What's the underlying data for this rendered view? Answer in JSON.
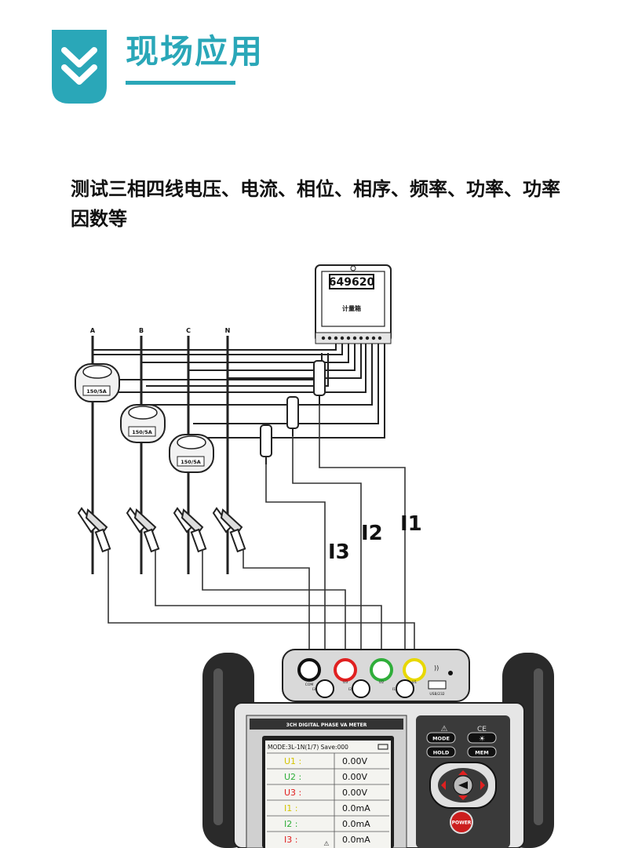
{
  "header": {
    "title": "现场应用",
    "badge_icon": "double-chevron-down-icon",
    "accent_color": "#2aa7b8"
  },
  "description": "测试三相四线电压、电流、相位、相序、频率、功率、功率因数等",
  "meter_box": {
    "display": "649620",
    "label": "计量箱"
  },
  "phases": [
    "A",
    "B",
    "C",
    "N"
  ],
  "ct_rating": "150/5A",
  "current_labels": [
    "I3",
    "I2",
    "I1"
  ],
  "device": {
    "model_title": "3CH DIGITAL PHASE VA METER",
    "jacks_top": [
      "COM",
      "U3",
      "U2",
      "U1"
    ],
    "jacks_bottom": [
      "I3",
      "I2",
      "I1"
    ],
    "usb_label": "USB/232",
    "buttons": {
      "mode": "MODE",
      "light": "☀",
      "hold": "HOLD",
      "mem": "MEM",
      "power": "POWER"
    },
    "screen": {
      "status_line": "MODE:3L-1N(1/7)  Save:000",
      "rows": [
        {
          "name": "U1 :",
          "value": "0.00V",
          "color": "#d4c400"
        },
        {
          "name": "U2 :",
          "value": "0.00V",
          "color": "#2fae3a"
        },
        {
          "name": "U3 :",
          "value": "0.00V",
          "color": "#e02020"
        },
        {
          "name": "I1 :",
          "value": "0.0mA",
          "color": "#d4c400"
        },
        {
          "name": "I2 :",
          "value": "0.0mA",
          "color": "#2fae3a"
        },
        {
          "name": "I3 :",
          "value": "0.0mA",
          "color": "#e02020"
        }
      ]
    }
  }
}
